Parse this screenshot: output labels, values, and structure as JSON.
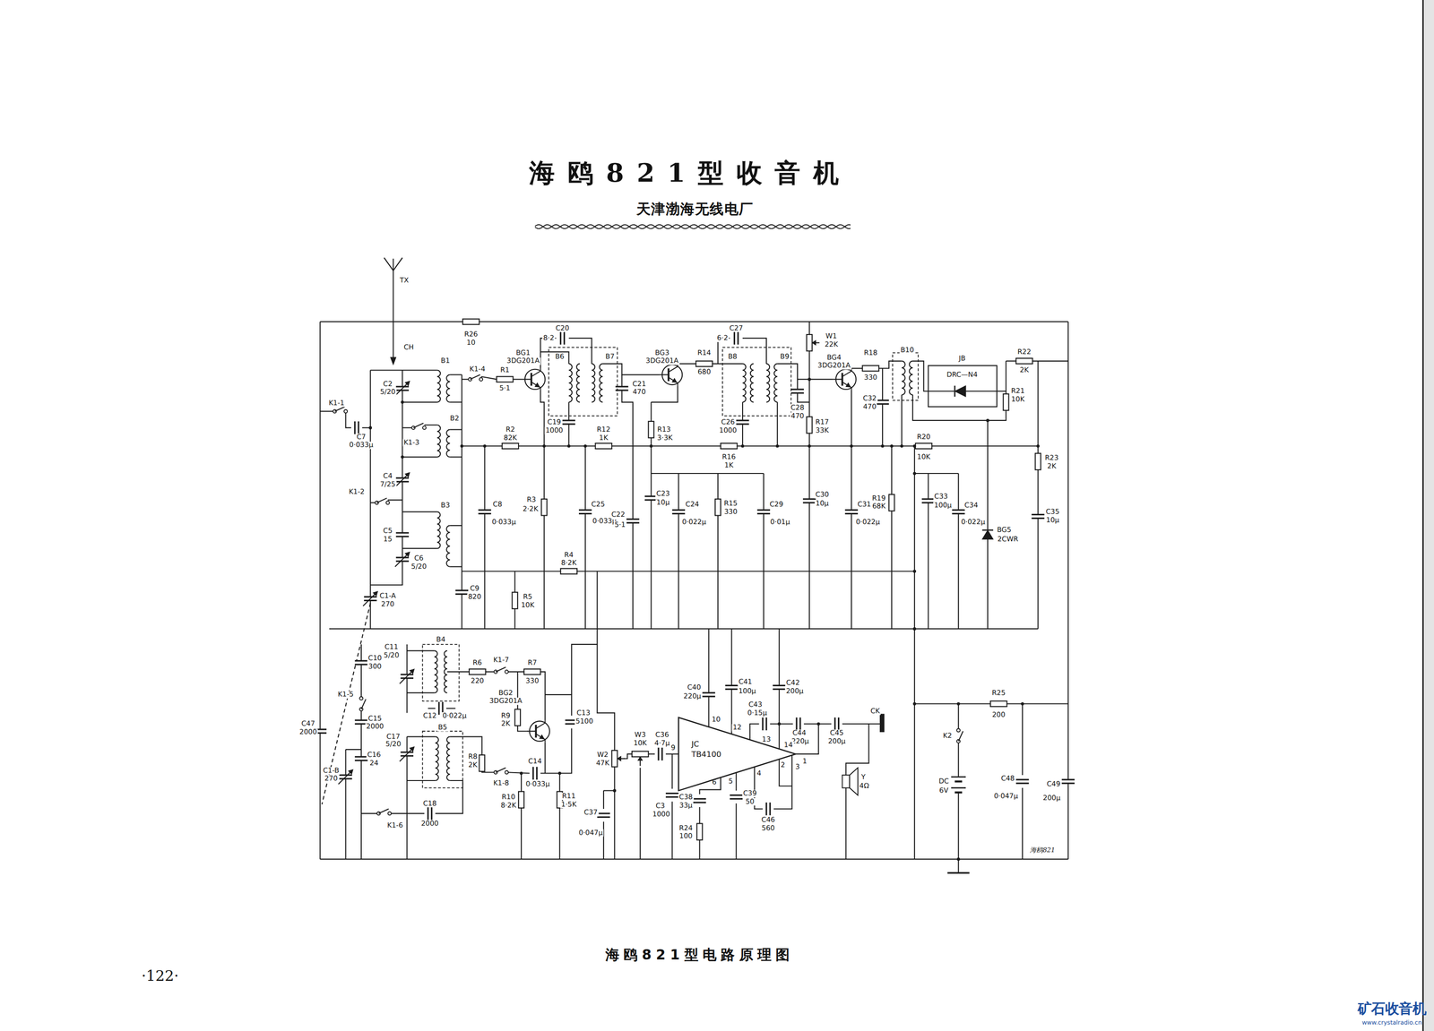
{
  "diagram": {
    "title": "海鸥821型收音机",
    "caption": "海鸥821型电路原理图",
    "nodes": [
      {
        "text": [
          "JC",
          "TB4100"
        ]
      }
    ],
    "labels": [
      "天津渤海无线电厂",
      "TX",
      "CH",
      "R26",
      "10",
      "B1",
      "C2",
      "5/20",
      "K1-1",
      "K1-4",
      "R1",
      "5·1",
      "BG1",
      "3DG201A",
      "C7",
      "0·033μ",
      "K1-3",
      "B2",
      "C4",
      "7/25",
      "K1-2",
      "B3",
      "C5",
      "15",
      "C6",
      "5/20",
      "C1-A",
      "270",
      "C9",
      "820",
      "R2",
      "82K",
      "C8",
      "0·033μ",
      "R3",
      "2·2K",
      "R4",
      "8·2K",
      "R5",
      "10K",
      "C20",
      "8·2",
      "B6",
      "B7",
      "C19",
      "1000",
      "R12",
      "1K",
      "C21",
      "470",
      "C25",
      "0·033μ",
      "C22",
      "5·1",
      "BG3",
      "3DG201A",
      "R14",
      "680",
      "R13",
      "3·3K",
      "C23",
      "10μ",
      "C24",
      "0·022μ",
      "R16",
      "1K",
      "R15",
      "330",
      "C27",
      "6·2",
      "B8",
      "B9",
      "C26",
      "1000",
      "C29",
      "0·01μ",
      "C28",
      "470",
      "W1",
      "22K",
      "R17",
      "33K",
      "C30",
      "10μ",
      "BG4",
      "3DG201A",
      "C31",
      "0·022μ",
      "R18",
      "330",
      "C32",
      "470",
      "R19",
      "68K",
      "B10",
      "JB",
      "DRC—N4",
      "R21",
      "10K",
      "R22",
      "2K",
      "R20",
      "10K",
      "R23",
      "2K",
      "C33",
      "100μ",
      "C34",
      "0·022μ",
      "C35",
      "10μ",
      "BG5",
      "2CWR",
      "C10",
      "300",
      "C11",
      "5/20",
      "B4",
      "R6",
      "220",
      "K1-7",
      "R7",
      "330",
      "C12",
      "0·022μ",
      "BG2",
      "3DG201A",
      "R9",
      "2K",
      "C13",
      "5100",
      "K1-5",
      "C15",
      "2000",
      "C47",
      "2000",
      "C16",
      "24",
      "C17",
      "5/20",
      "B5",
      "R8",
      "2K",
      "K1-8",
      "C14",
      "0·033μ",
      "C1-B",
      "270",
      "C18",
      "2000",
      "R10",
      "8·2K",
      "R11",
      "1·5K",
      "K1-6",
      "W2",
      "47K",
      "W3",
      "10K",
      "C36",
      "4·7μ",
      "C37",
      "0·047μ",
      "C3",
      "1000",
      "C40",
      "220μ",
      "C41",
      "100μ",
      "C42",
      "200μ",
      "C43",
      "0·15μ",
      "C44",
      "220μ",
      "C45",
      "200μ",
      "9",
      "10",
      "12",
      "13",
      "14",
      "1",
      "2",
      "3",
      "4",
      "5",
      "6",
      "C38",
      "33μ",
      "C39",
      "50",
      "C46",
      "560",
      "R24",
      "100",
      "CK",
      "Y",
      "4Ω",
      "R25",
      "200",
      "K2",
      "DC",
      "6V",
      "C48",
      "0·047μ",
      "C49",
      "200μ",
      "海鸥821",
      "·122·",
      "矿石收音机",
      "www.crystalradio.cn"
    ]
  }
}
